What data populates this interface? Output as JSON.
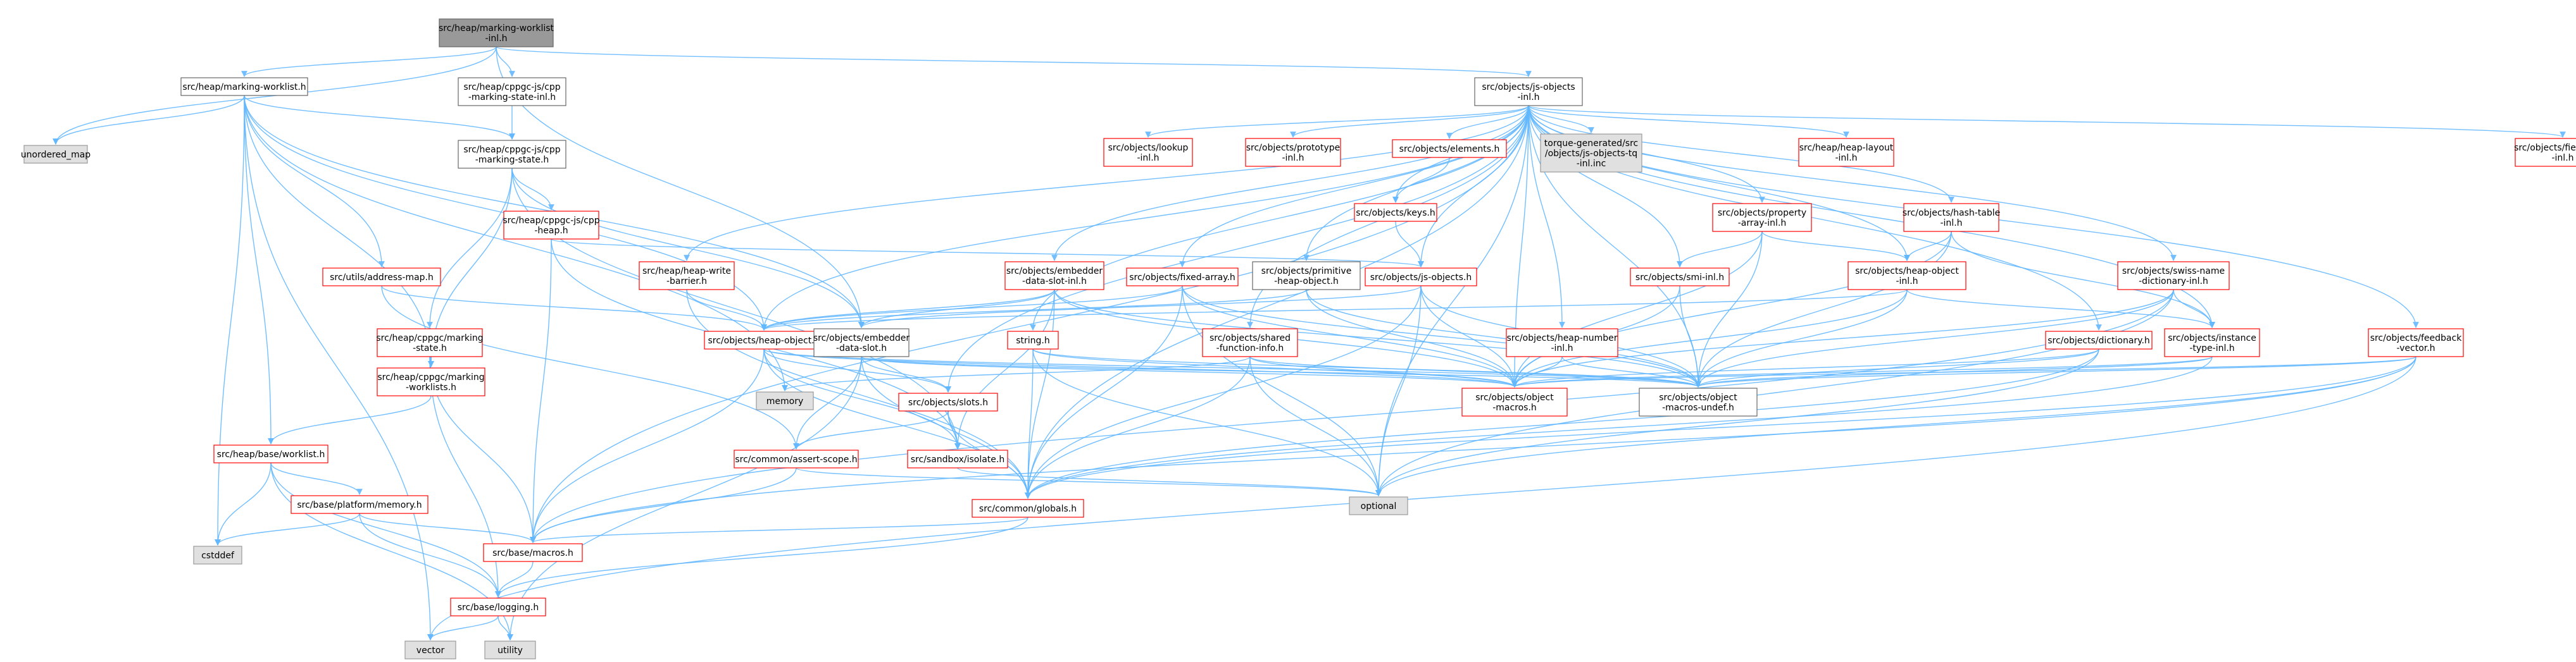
{
  "colors": {
    "edge": "#63b8ff",
    "root_fill": "#999999",
    "header_stroke": "#ff0000",
    "file_stroke": "#666666",
    "std_fill": "#e0e0e0",
    "std_stroke": "#999999"
  },
  "nodes": [
    {
      "id": "root",
      "lines": [
        "src/heap/marking-worklist",
        "-inl.h"
      ],
      "kind": "root"
    },
    {
      "id": "mw",
      "lines": [
        "src/heap/marking-worklist.h"
      ],
      "kind": "file"
    },
    {
      "id": "cpmsi",
      "lines": [
        "src/heap/cppgc-js/cpp",
        "-marking-state-inl.h"
      ],
      "kind": "file"
    },
    {
      "id": "jsoi",
      "lines": [
        "src/objects/js-objects",
        "-inl.h"
      ],
      "kind": "file"
    },
    {
      "id": "umap",
      "lines": [
        "unordered_map"
      ],
      "kind": "std"
    },
    {
      "id": "cpms",
      "lines": [
        "src/heap/cppgc-js/cpp",
        "-marking-state.h"
      ],
      "kind": "file"
    },
    {
      "id": "cpheap",
      "lines": [
        "src/heap/cppgc-js/cpp",
        "-heap.h"
      ],
      "kind": "header"
    },
    {
      "id": "lookup",
      "lines": [
        "src/objects/lookup",
        "-inl.h"
      ],
      "kind": "header"
    },
    {
      "id": "proto",
      "lines": [
        "src/objects/prototype",
        "-inl.h"
      ],
      "kind": "header"
    },
    {
      "id": "elements",
      "lines": [
        "src/objects/elements.h"
      ],
      "kind": "header"
    },
    {
      "id": "torque",
      "lines": [
        "torque-generated/src",
        "/objects/js-objects-tq",
        "-inl.inc"
      ],
      "kind": "std"
    },
    {
      "id": "hlayout",
      "lines": [
        "src/heap/heap-layout",
        "-inl.h"
      ],
      "kind": "header"
    },
    {
      "id": "fieldidx",
      "lines": [
        "src/objects/field-index",
        "-inl.h"
      ],
      "kind": "header"
    },
    {
      "id": "keys",
      "lines": [
        "src/objects/keys.h"
      ],
      "kind": "header"
    },
    {
      "id": "proparr",
      "lines": [
        "src/objects/property",
        "-array-inl.h"
      ],
      "kind": "header"
    },
    {
      "id": "hashtab",
      "lines": [
        "src/objects/hash-table",
        "-inl.h"
      ],
      "kind": "header"
    },
    {
      "id": "addrmap",
      "lines": [
        "src/utils/address-map.h"
      ],
      "kind": "header"
    },
    {
      "id": "embdi",
      "lines": [
        "src/objects/embedder",
        "-data-slot-inl.h"
      ],
      "kind": "header"
    },
    {
      "id": "fixarr",
      "lines": [
        "src/objects/fixed-array.h"
      ],
      "kind": "header"
    },
    {
      "id": "primheap",
      "lines": [
        "src/objects/primitive",
        "-heap-object.h"
      ],
      "kind": "file"
    },
    {
      "id": "jsobj",
      "lines": [
        "src/objects/js-objects.h"
      ],
      "kind": "header"
    },
    {
      "id": "smiinl",
      "lines": [
        "src/objects/smi-inl.h"
      ],
      "kind": "header"
    },
    {
      "id": "hoi",
      "lines": [
        "src/objects/heap-object",
        "-inl.h"
      ],
      "kind": "header"
    },
    {
      "id": "swiss",
      "lines": [
        "src/objects/swiss-name",
        "-dictionary-inl.h"
      ],
      "kind": "header"
    },
    {
      "id": "hwb",
      "lines": [
        "src/heap/heap-write",
        "-barrier.h"
      ],
      "kind": "header"
    },
    {
      "id": "cpmst",
      "lines": [
        "src/heap/cppgc/marking",
        "-state.h"
      ],
      "kind": "header"
    },
    {
      "id": "cpmwl",
      "lines": [
        "src/heap/cppgc/marking",
        "-worklists.h"
      ],
      "kind": "header"
    },
    {
      "id": "ho",
      "lines": [
        "src/objects/heap-object.h"
      ],
      "kind": "header"
    },
    {
      "id": "embd",
      "lines": [
        "src/objects/embedder",
        "-data-slot.h"
      ],
      "kind": "file"
    },
    {
      "id": "str",
      "lines": [
        "string.h"
      ],
      "kind": "header"
    },
    {
      "id": "sfi",
      "lines": [
        "src/objects/shared",
        "-function-info.h"
      ],
      "kind": "header"
    },
    {
      "id": "hnum",
      "lines": [
        "src/objects/heap-number",
        "-inl.h"
      ],
      "kind": "header"
    },
    {
      "id": "dict",
      "lines": [
        "src/objects/dictionary.h"
      ],
      "kind": "header"
    },
    {
      "id": "itype",
      "lines": [
        "src/objects/instance",
        "-type-inl.h"
      ],
      "kind": "header"
    },
    {
      "id": "fbv",
      "lines": [
        "src/objects/feedback",
        "-vector.h"
      ],
      "kind": "header"
    },
    {
      "id": "memory",
      "lines": [
        "memory"
      ],
      "kind": "std"
    },
    {
      "id": "slots",
      "lines": [
        "src/objects/slots.h"
      ],
      "kind": "header"
    },
    {
      "id": "om",
      "lines": [
        "src/objects/object",
        "-macros.h"
      ],
      "kind": "header"
    },
    {
      "id": "omu",
      "lines": [
        "src/objects/object",
        "-macros-undef.h"
      ],
      "kind": "file"
    },
    {
      "id": "worklist",
      "lines": [
        "src/heap/base/worklist.h"
      ],
      "kind": "header"
    },
    {
      "id": "assert",
      "lines": [
        "src/common/assert-scope.h"
      ],
      "kind": "header"
    },
    {
      "id": "isolate",
      "lines": [
        "src/sandbox/isolate.h"
      ],
      "kind": "header"
    },
    {
      "id": "optional",
      "lines": [
        "optional"
      ],
      "kind": "std"
    },
    {
      "id": "pmem",
      "lines": [
        "src/base/platform/memory.h"
      ],
      "kind": "header"
    },
    {
      "id": "globals",
      "lines": [
        "src/common/globals.h"
      ],
      "kind": "header"
    },
    {
      "id": "cstddef",
      "lines": [
        "cstddef"
      ],
      "kind": "std"
    },
    {
      "id": "macros",
      "lines": [
        "src/base/macros.h"
      ],
      "kind": "header"
    },
    {
      "id": "logging",
      "lines": [
        "src/base/logging.h"
      ],
      "kind": "header"
    },
    {
      "id": "vector",
      "lines": [
        "vector"
      ],
      "kind": "std"
    },
    {
      "id": "utility",
      "lines": [
        "utility"
      ],
      "kind": "std"
    }
  ],
  "edges": [
    [
      "root",
      "mw"
    ],
    [
      "root",
      "cpmsi"
    ],
    [
      "root",
      "jsoi"
    ],
    [
      "root",
      "umap"
    ],
    [
      "root",
      "embd"
    ],
    [
      "mw",
      "umap"
    ],
    [
      "mw",
      "cpms"
    ],
    [
      "mw",
      "addrmap"
    ],
    [
      "mw",
      "worklist"
    ],
    [
      "mw",
      "cstddef"
    ],
    [
      "mw",
      "vector"
    ],
    [
      "mw",
      "memory"
    ],
    [
      "mw",
      "cpmwl"
    ],
    [
      "mw",
      "embd"
    ],
    [
      "mw",
      "ho"
    ],
    [
      "cpmsi",
      "cpms"
    ],
    [
      "cpms",
      "cpheap"
    ],
    [
      "cpms",
      "cpmst"
    ],
    [
      "cpms",
      "cpmwl"
    ],
    [
      "cpms",
      "embd"
    ],
    [
      "cpms",
      "isolate"
    ],
    [
      "cpheap",
      "jsobj"
    ],
    [
      "cpheap",
      "macros"
    ],
    [
      "cpheap",
      "isolate"
    ],
    [
      "jsoi",
      "lookup"
    ],
    [
      "jsoi",
      "proto"
    ],
    [
      "jsoi",
      "elements"
    ],
    [
      "jsoi",
      "torque"
    ],
    [
      "jsoi",
      "hlayout"
    ],
    [
      "jsoi",
      "fieldidx"
    ],
    [
      "jsoi",
      "proparr"
    ],
    [
      "jsoi",
      "hashtab"
    ],
    [
      "jsoi",
      "embdi"
    ],
    [
      "jsoi",
      "fixarr"
    ],
    [
      "jsoi",
      "primheap"
    ],
    [
      "jsoi",
      "jsobj"
    ],
    [
      "jsoi",
      "smiinl"
    ],
    [
      "jsoi",
      "hoi"
    ],
    [
      "jsoi",
      "swiss"
    ],
    [
      "jsoi",
      "hwb"
    ],
    [
      "jsoi",
      "ho"
    ],
    [
      "jsoi",
      "str"
    ],
    [
      "jsoi",
      "sfi"
    ],
    [
      "jsoi",
      "hnum"
    ],
    [
      "jsoi",
      "dict"
    ],
    [
      "jsoi",
      "itype"
    ],
    [
      "jsoi",
      "fbv"
    ],
    [
      "jsoi",
      "om"
    ],
    [
      "jsoi",
      "omu"
    ],
    [
      "jsoi",
      "globals"
    ],
    [
      "jsoi",
      "optional"
    ],
    [
      "jsoi",
      "slots"
    ],
    [
      "jsoi",
      "keys"
    ],
    [
      "jsoi",
      "macros"
    ],
    [
      "elements",
      "keys"
    ],
    [
      "keys",
      "jsobj"
    ],
    [
      "proparr",
      "hoi"
    ],
    [
      "proparr",
      "smiinl"
    ],
    [
      "proparr",
      "om"
    ],
    [
      "proparr",
      "omu"
    ],
    [
      "hashtab",
      "hoi"
    ],
    [
      "hashtab",
      "om"
    ],
    [
      "hashtab",
      "omu"
    ],
    [
      "hashtab",
      "itype"
    ],
    [
      "addrmap",
      "ho"
    ],
    [
      "addrmap",
      "assert"
    ],
    [
      "embdi",
      "ho"
    ],
    [
      "embdi",
      "embd"
    ],
    [
      "embdi",
      "om"
    ],
    [
      "embdi",
      "omu"
    ],
    [
      "embdi",
      "globals"
    ],
    [
      "embdi",
      "isolate"
    ],
    [
      "fixarr",
      "ho"
    ],
    [
      "fixarr",
      "om"
    ],
    [
      "fixarr",
      "omu"
    ],
    [
      "fixarr",
      "optional"
    ],
    [
      "fixarr",
      "globals"
    ],
    [
      "primheap",
      "ho"
    ],
    [
      "primheap",
      "om"
    ],
    [
      "primheap",
      "omu"
    ],
    [
      "jsobj",
      "embd"
    ],
    [
      "jsobj",
      "om"
    ],
    [
      "jsobj",
      "omu"
    ],
    [
      "jsobj",
      "globals"
    ],
    [
      "jsobj",
      "optional"
    ],
    [
      "smiinl",
      "om"
    ],
    [
      "smiinl",
      "omu"
    ],
    [
      "hoi",
      "ho"
    ],
    [
      "hoi",
      "om"
    ],
    [
      "hoi",
      "omu"
    ],
    [
      "hoi",
      "itype"
    ],
    [
      "swiss",
      "itype"
    ],
    [
      "swiss",
      "om"
    ],
    [
      "swiss",
      "omu"
    ],
    [
      "swiss",
      "optional"
    ],
    [
      "swiss",
      "macros"
    ],
    [
      "hwb",
      "ho"
    ],
    [
      "hwb",
      "globals"
    ],
    [
      "cpmst",
      "cpmwl"
    ],
    [
      "cpmst",
      "macros"
    ],
    [
      "cpmst",
      "logging"
    ],
    [
      "cpmwl",
      "worklist"
    ],
    [
      "ho",
      "slots"
    ],
    [
      "ho",
      "om"
    ],
    [
      "ho",
      "omu"
    ],
    [
      "ho",
      "globals"
    ],
    [
      "ho",
      "macros"
    ],
    [
      "ho",
      "isolate"
    ],
    [
      "embd",
      "assert"
    ],
    [
      "embd",
      "slots"
    ],
    [
      "embd",
      "globals"
    ],
    [
      "embd",
      "om"
    ],
    [
      "embd",
      "omu"
    ],
    [
      "embd",
      "utility"
    ],
    [
      "str",
      "om"
    ],
    [
      "str",
      "omu"
    ],
    [
      "str",
      "optional"
    ],
    [
      "str",
      "globals"
    ],
    [
      "sfi",
      "om"
    ],
    [
      "sfi",
      "omu"
    ],
    [
      "sfi",
      "optional"
    ],
    [
      "sfi",
      "globals"
    ],
    [
      "sfi",
      "memory"
    ],
    [
      "hnum",
      "om"
    ],
    [
      "hnum",
      "omu"
    ],
    [
      "dict",
      "om"
    ],
    [
      "dict",
      "omu"
    ],
    [
      "dict",
      "optional"
    ],
    [
      "dict",
      "globals"
    ],
    [
      "itype",
      "om"
    ],
    [
      "itype",
      "omu"
    ],
    [
      "itype",
      "globals"
    ],
    [
      "fbv",
      "om"
    ],
    [
      "fbv",
      "omu"
    ],
    [
      "fbv",
      "optional"
    ],
    [
      "fbv",
      "globals"
    ],
    [
      "fbv",
      "macros"
    ],
    [
      "fbv",
      "vector"
    ],
    [
      "slots",
      "assert"
    ],
    [
      "slots",
      "isolate"
    ],
    [
      "slots",
      "globals"
    ],
    [
      "assert",
      "macros"
    ],
    [
      "assert",
      "optional"
    ],
    [
      "isolate",
      "optional"
    ],
    [
      "worklist",
      "pmem"
    ],
    [
      "worklist",
      "cstddef"
    ],
    [
      "worklist",
      "logging"
    ],
    [
      "worklist",
      "utility"
    ],
    [
      "pmem",
      "macros"
    ],
    [
      "pmem",
      "logging"
    ],
    [
      "pmem",
      "cstddef"
    ],
    [
      "globals",
      "macros"
    ],
    [
      "globals",
      "logging"
    ],
    [
      "macros",
      "logging"
    ],
    [
      "logging",
      "vector"
    ],
    [
      "logging",
      "utility"
    ]
  ]
}
